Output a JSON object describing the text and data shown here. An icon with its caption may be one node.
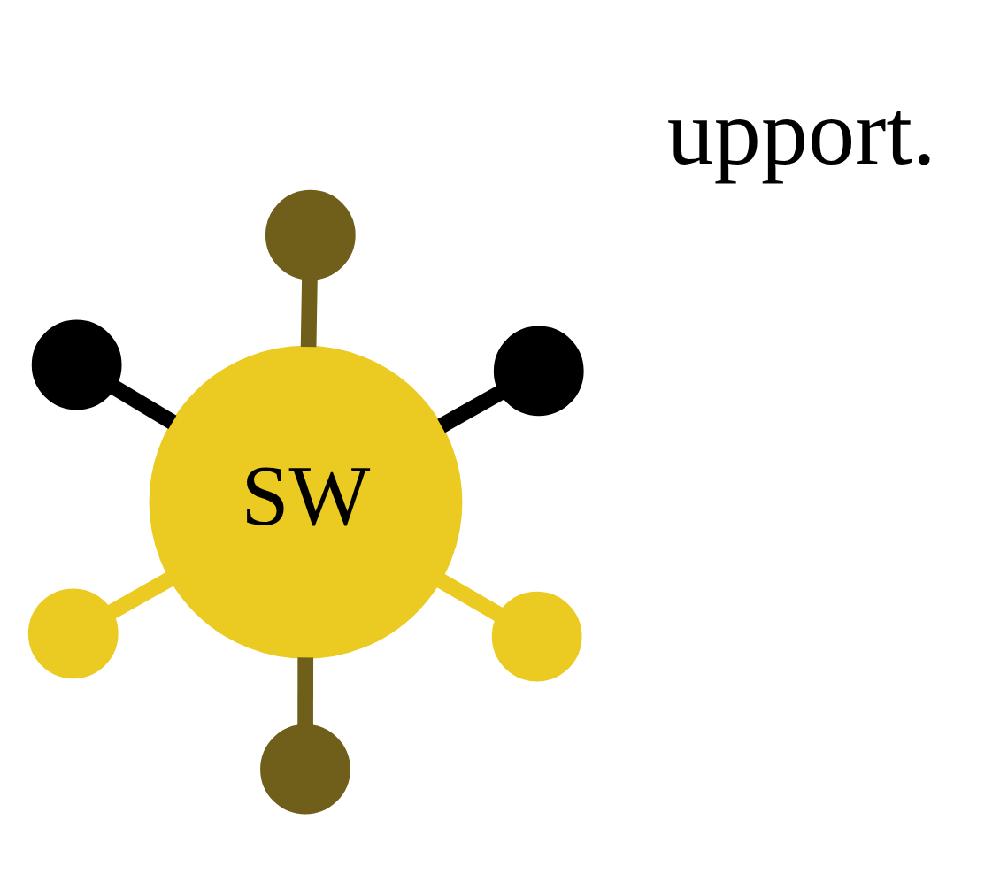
{
  "diagram": {
    "nodes": [
      {
        "text": [
          "SW"
        ]
      },
      {
        "text": [],
        "shape": "circle"
      },
      {
        "text": [],
        "shape": "circle"
      },
      {
        "text": [],
        "shape": "circle"
      },
      {
        "text": [],
        "shape": "circle"
      },
      {
        "text": [],
        "shape": "circle"
      },
      {
        "text": [],
        "shape": "circle"
      }
    ],
    "edges": [
      {
        "from": 0,
        "to": 1,
        "arrow": "none",
        "color": "#ebcb22"
      },
      {
        "from": 0,
        "to": 2,
        "arrow": "none",
        "color": "#6f5f1a"
      },
      {
        "from": 0,
        "to": 3,
        "arrow": "none",
        "color": "#000000"
      },
      {
        "from": 0,
        "to": 4,
        "arrow": "none",
        "color": "#000000"
      },
      {
        "from": 0,
        "to": 5,
        "arrow": "none",
        "color": "#6f5f1a"
      },
      {
        "from": 0,
        "to": 6,
        "arrow": "none",
        "color": "#ebcb22"
      }
    ],
    "labels": [
      "upport."
    ]
  }
}
